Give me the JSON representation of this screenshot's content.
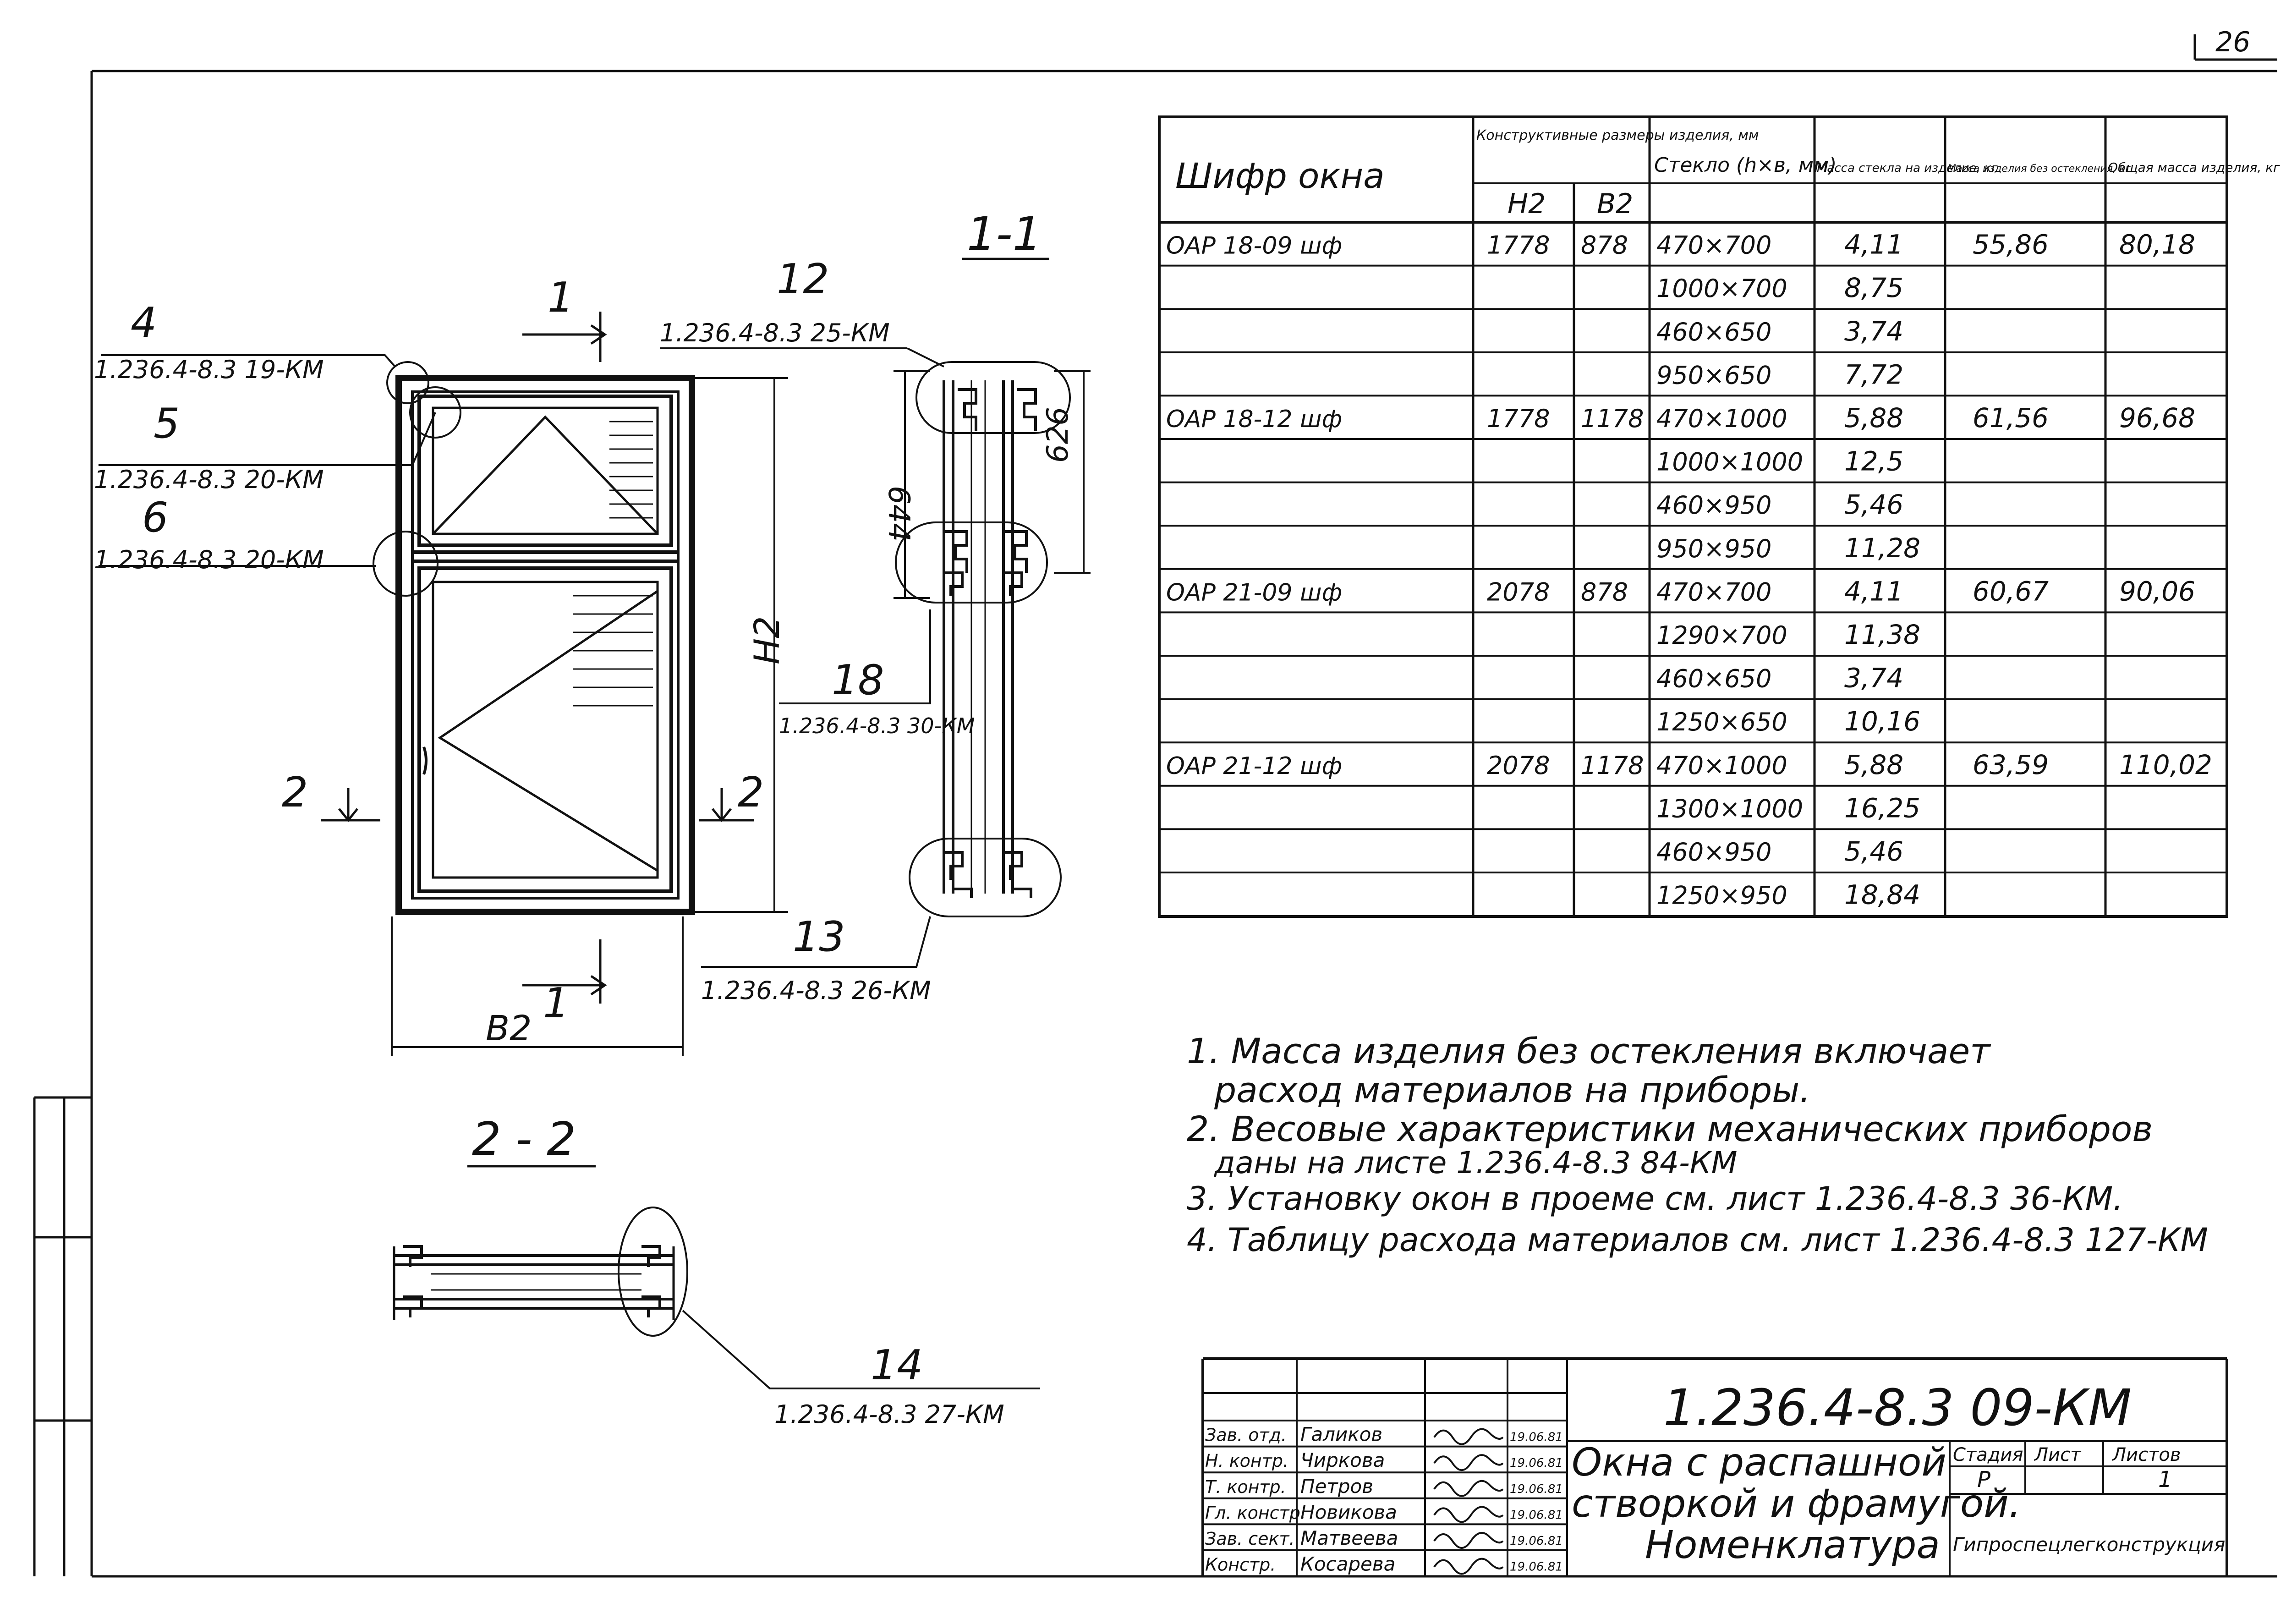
{
  "sheet": {
    "corner_mark": "26"
  },
  "section_1_1": {
    "title": "1-1",
    "cut_mark": "1",
    "callouts": {
      "c4": {
        "num": "4",
        "ref": "1.236.4-8.3 19-КМ"
      },
      "c5": {
        "num": "5",
        "ref": "1.236.4-8.3 20-КМ"
      },
      "c6": {
        "num": "6",
        "ref": "1.236.4-8.3 20-КМ"
      },
      "c12": {
        "num": "12",
        "ref": "1.236.4-8.3 25-КМ"
      },
      "c18": {
        "num": "18",
        "ref": "1.236.4-8.3 30-КМ"
      },
      "c13": {
        "num": "13",
        "ref": "1.236.4-8.3 26-КМ"
      }
    },
    "dim_644": "644",
    "dim_626": "626",
    "dim_height": "Н2",
    "dim_width": "В2"
  },
  "section_2_2": {
    "title": "2 - 2",
    "cut_mark": "2",
    "callout_14": {
      "num": "14",
      "ref": "1.236.4-8.3 27-КМ"
    }
  },
  "table": {
    "headers": {
      "code": "Шифр окна",
      "construct": "Конструктивные размеры изделия, мм",
      "h2": "Н2",
      "b2": "В2",
      "glass": "Стекло (h×в, мм)",
      "mass_glass": "Масса стекла на изделие, кг",
      "mass_no_glass": "Масса изделия без остекления, кг",
      "mass_total": "Общая масса изделия, кг"
    },
    "rows": [
      {
        "code": "ОАР 18-09 шф",
        "h2": "1778",
        "b2": "878",
        "glass": "470×700",
        "mg": "4,11",
        "mng": "55,86",
        "mt": "80,18"
      },
      {
        "code": "",
        "h2": "",
        "b2": "",
        "glass": "1000×700",
        "mg": "8,75",
        "mng": "",
        "mt": ""
      },
      {
        "code": "",
        "h2": "",
        "b2": "",
        "glass": "460×650",
        "mg": "3,74",
        "mng": "",
        "mt": ""
      },
      {
        "code": "",
        "h2": "",
        "b2": "",
        "glass": "950×650",
        "mg": "7,72",
        "mng": "",
        "mt": ""
      },
      {
        "code": "ОАР 18-12 шф",
        "h2": "1778",
        "b2": "1178",
        "glass": "470×1000",
        "mg": "5,88",
        "mng": "61,56",
        "mt": "96,68"
      },
      {
        "code": "",
        "h2": "",
        "b2": "",
        "glass": "1000×1000",
        "mg": "12,5",
        "mng": "",
        "mt": ""
      },
      {
        "code": "",
        "h2": "",
        "b2": "",
        "glass": "460×950",
        "mg": "5,46",
        "mng": "",
        "mt": ""
      },
      {
        "code": "",
        "h2": "",
        "b2": "",
        "glass": "950×950",
        "mg": "11,28",
        "mng": "",
        "mt": ""
      },
      {
        "code": "ОАР 21-09 шф",
        "h2": "2078",
        "b2": "878",
        "glass": "470×700",
        "mg": "4,11",
        "mng": "60,67",
        "mt": "90,06"
      },
      {
        "code": "",
        "h2": "",
        "b2": "",
        "glass": "1290×700",
        "mg": "11,38",
        "mng": "",
        "mt": ""
      },
      {
        "code": "",
        "h2": "",
        "b2": "",
        "glass": "460×650",
        "mg": "3,74",
        "mng": "",
        "mt": ""
      },
      {
        "code": "",
        "h2": "",
        "b2": "",
        "glass": "1250×650",
        "mg": "10,16",
        "mng": "",
        "mt": ""
      },
      {
        "code": "ОАР 21-12 шф",
        "h2": "2078",
        "b2": "1178",
        "glass": "470×1000",
        "mg": "5,88",
        "mng": "63,59",
        "mt": "110,02"
      },
      {
        "code": "",
        "h2": "",
        "b2": "",
        "glass": "1300×1000",
        "mg": "16,25",
        "mng": "",
        "mt": ""
      },
      {
        "code": "",
        "h2": "",
        "b2": "",
        "glass": "460×950",
        "mg": "5,46",
        "mng": "",
        "mt": ""
      },
      {
        "code": "",
        "h2": "",
        "b2": "",
        "glass": "1250×950",
        "mg": "18,84",
        "mng": "",
        "mt": ""
      }
    ]
  },
  "notes": [
    "1. Масса изделия без остекления включает",
    "расход материалов на приборы.",
    "2. Весовые характеристики механических приборов",
    "даны на листе 1.236.4-8.3 84-КМ",
    "3. Установку окон в проеме см. лист 1.236.4-8.3 36-КМ.",
    "4. Таблицу расхода материалов см. лист 1.236.4-8.3 127-КМ"
  ],
  "title_block": {
    "doc_code": "1.236.4-8.3 09-КМ",
    "title_l1": "Окна с распашной",
    "title_l2": "створкой и фрамугой.",
    "title_l3": "Номенклатура",
    "stage_label": "Стадия",
    "sheet_label": "Лист",
    "sheets_label": "Листов",
    "stage": "Р",
    "sheet": "",
    "sheets": "1",
    "org": "Гипроспецлегконструкция",
    "signers": [
      {
        "role": "Зав. отд.",
        "name": "Галиков",
        "date": "19.06.81"
      },
      {
        "role": "Н. контр.",
        "name": "Чиркова",
        "date": "19.06.81"
      },
      {
        "role": "Т. контр.",
        "name": "Петров",
        "date": "19.06.81"
      },
      {
        "role": "Гл. констр.",
        "name": "Новикова",
        "date": "19.06.81"
      },
      {
        "role": "Зав. сект.",
        "name": "Матвеева",
        "date": "19.06.81"
      },
      {
        "role": "Констр.",
        "name": "Косарева",
        "date": "19.06.81"
      }
    ]
  }
}
